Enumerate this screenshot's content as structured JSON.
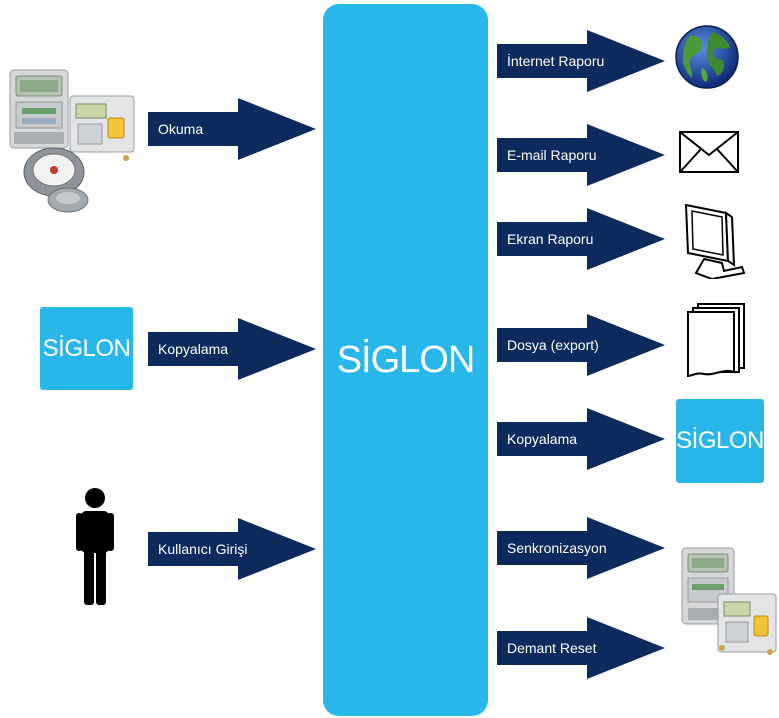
{
  "diagram": {
    "center": {
      "label": "SİGLON"
    },
    "left_logo": {
      "label": "SİGLON"
    },
    "right_logo": {
      "label": "SİGLON"
    },
    "colors": {
      "arrow": "#0d2a5c",
      "accent": "#29b6e8",
      "text": "#ffffff"
    },
    "inputs": [
      {
        "label": "Okuma",
        "icon": "meter-device-icon"
      },
      {
        "label": "Kopyalama",
        "icon": "siglon-logo-icon"
      },
      {
        "label": "Kullanıcı Girişi",
        "icon": "person-icon"
      }
    ],
    "outputs": [
      {
        "label": "İnternet Raporu",
        "icon": "globe-icon"
      },
      {
        "label": "E-mail Raporu",
        "icon": "envelope-icon"
      },
      {
        "label": "Ekran Raporu",
        "icon": "monitor-icon"
      },
      {
        "label": "Dosya (export)",
        "icon": "document-stack-icon"
      },
      {
        "label": "Kopyalama",
        "icon": "siglon-logo-icon"
      },
      {
        "label": "Senkronizasyon",
        "icon": "meter-device-icon"
      },
      {
        "label": "Demant Reset",
        "icon": "meter-device-icon"
      }
    ]
  }
}
